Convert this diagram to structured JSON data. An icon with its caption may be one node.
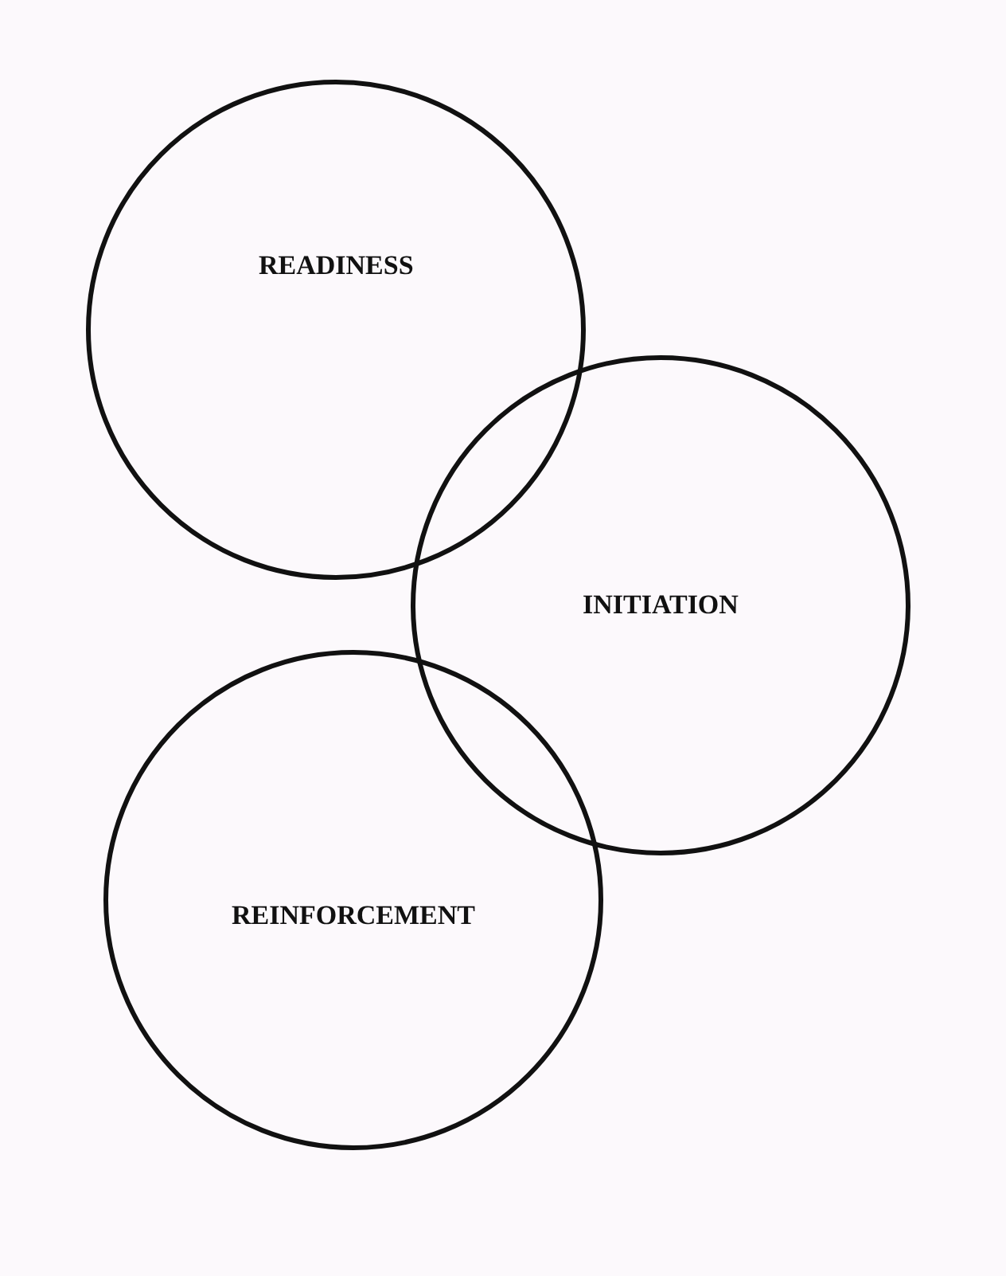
{
  "diagram": {
    "nodes": [
      {
        "text": [
          "READINESS"
        ]
      },
      {
        "text": [
          "INITIATION"
        ]
      },
      {
        "text": [
          "REINFORCEMENT"
        ]
      }
    ],
    "edges": []
  }
}
